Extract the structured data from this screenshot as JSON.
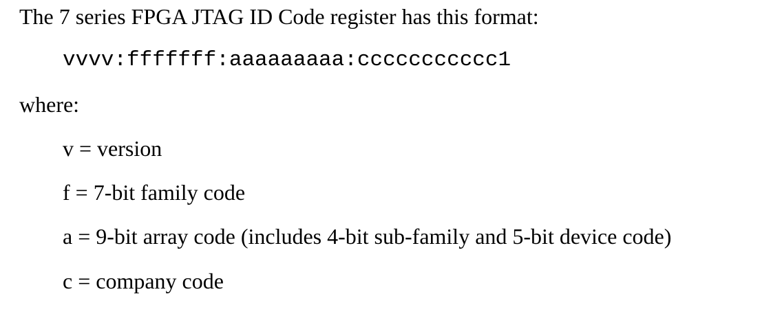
{
  "document": {
    "intro": "The 7 series FPGA JTAG ID Code register has this format:",
    "format": "vvvv:fffffff:aaaaaaaaa:ccccccccccc1",
    "where_label": "where:",
    "definitions": [
      "v = version",
      "f = 7-bit family code",
      "a = 9-bit array code (includes 4-bit sub-family and 5-bit device code)",
      "c = company code"
    ]
  }
}
